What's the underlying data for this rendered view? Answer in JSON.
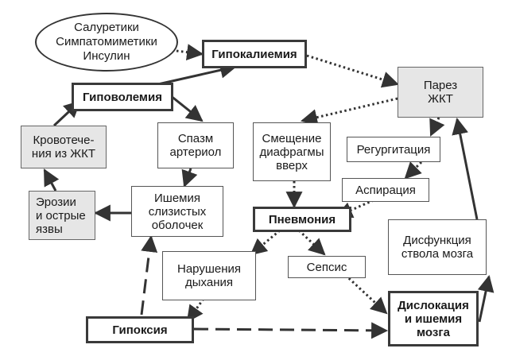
{
  "nodes": {
    "saluretics": "Салуретики\nСимпатомиметики\nИнсулин",
    "hypokalemia": "Гипокалиемия",
    "paresis": "Парез\nЖКТ",
    "hypovolemia": "Гиповолемия",
    "bleeding": "Кровотече-\nния из ЖКТ",
    "spasm": "Спазм\nартериол",
    "diaphragm": "Смещение\nдиафрагмы\nвверх",
    "regurgitation": "Регургитация",
    "aspiration": "Аспирация",
    "erosions": "Эрозии\nи острые\nязвы",
    "ischemia_mucosa": "Ишемия\nслизистых\nоболочек",
    "pneumonia": "Пневмония",
    "brainstem": "Дисфункция\nствола мозга",
    "breathing": "Нарушения\nдыхания",
    "sepsis": "Сепсис",
    "hypoxia": "Гипоксия",
    "dislocation": "Дислокация\nи ишемия\nмозга"
  },
  "colors": {
    "line": "#333333",
    "box_fill": "#ffffff",
    "gray_fill": "#e6e6e6"
  }
}
